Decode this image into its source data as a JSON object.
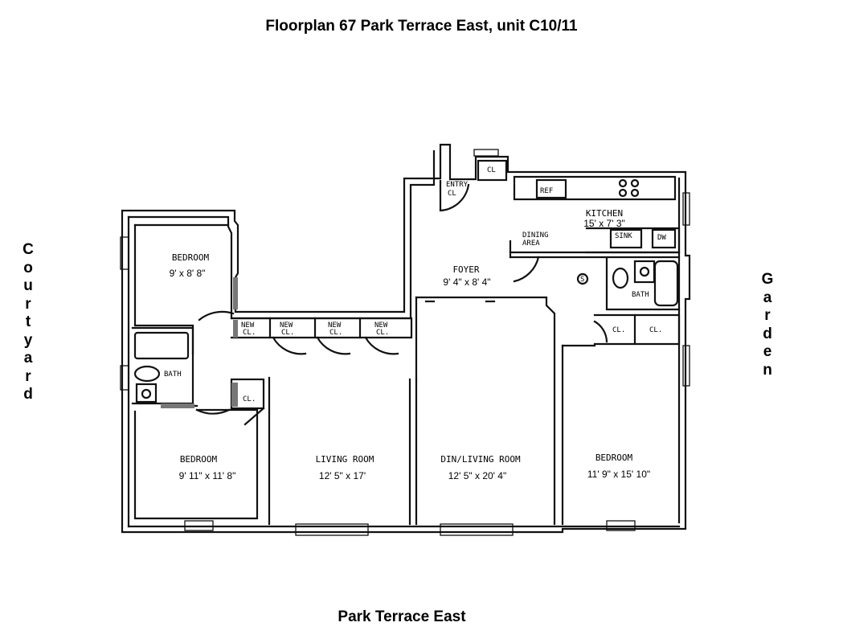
{
  "title": "Floorplan 67 Park Terrace East, unit C10/11",
  "footer_street": "Park Terrace East",
  "left_side_label": "Courtyard",
  "right_side_label": "Garden",
  "rooms": {
    "bedroom_nw": {
      "label": "BEDROOM",
      "dims": "9' x 8' 8\""
    },
    "bedroom_sw": {
      "label": "BEDROOM",
      "dims": "9' 11\" x 11' 8\""
    },
    "living_room": {
      "label": "LIVING ROOM",
      "dims": "12' 5\" x 17'"
    },
    "din_living_room": {
      "label": "DIN/LIVING ROOM",
      "dims": "12' 5\" x 20' 4\""
    },
    "bedroom_se": {
      "label": "BEDROOM",
      "dims": "11' 9\" x 15' 10\""
    },
    "foyer": {
      "label": "FOYER",
      "dims": "9' 4\" x 8' 4\""
    },
    "kitchen": {
      "label": "KITCHEN",
      "dims": "15' x 7' 3\""
    }
  },
  "small_labels": {
    "entry_1": "ENTRY",
    "entry_2": "CL",
    "cl_top": "CL",
    "ref": "REF",
    "dining_1": "DINING",
    "dining_2": "AREA",
    "sink": "SINK",
    "dw": "DW",
    "bath_west": "BATH",
    "bath_east": "BATH",
    "cl_east_1": "CL.",
    "cl_east_2": "CL.",
    "cl_bed_sw": "CL.",
    "new_cl_1a": "NEW",
    "new_cl_1b": "CL.",
    "new_cl_2a": "NEW",
    "new_cl_2b": "CL.",
    "new_cl_3a": "NEW",
    "new_cl_3b": "CL.",
    "new_cl_4a": "NEW",
    "new_cl_4b": "CL.",
    "marker": "S"
  }
}
